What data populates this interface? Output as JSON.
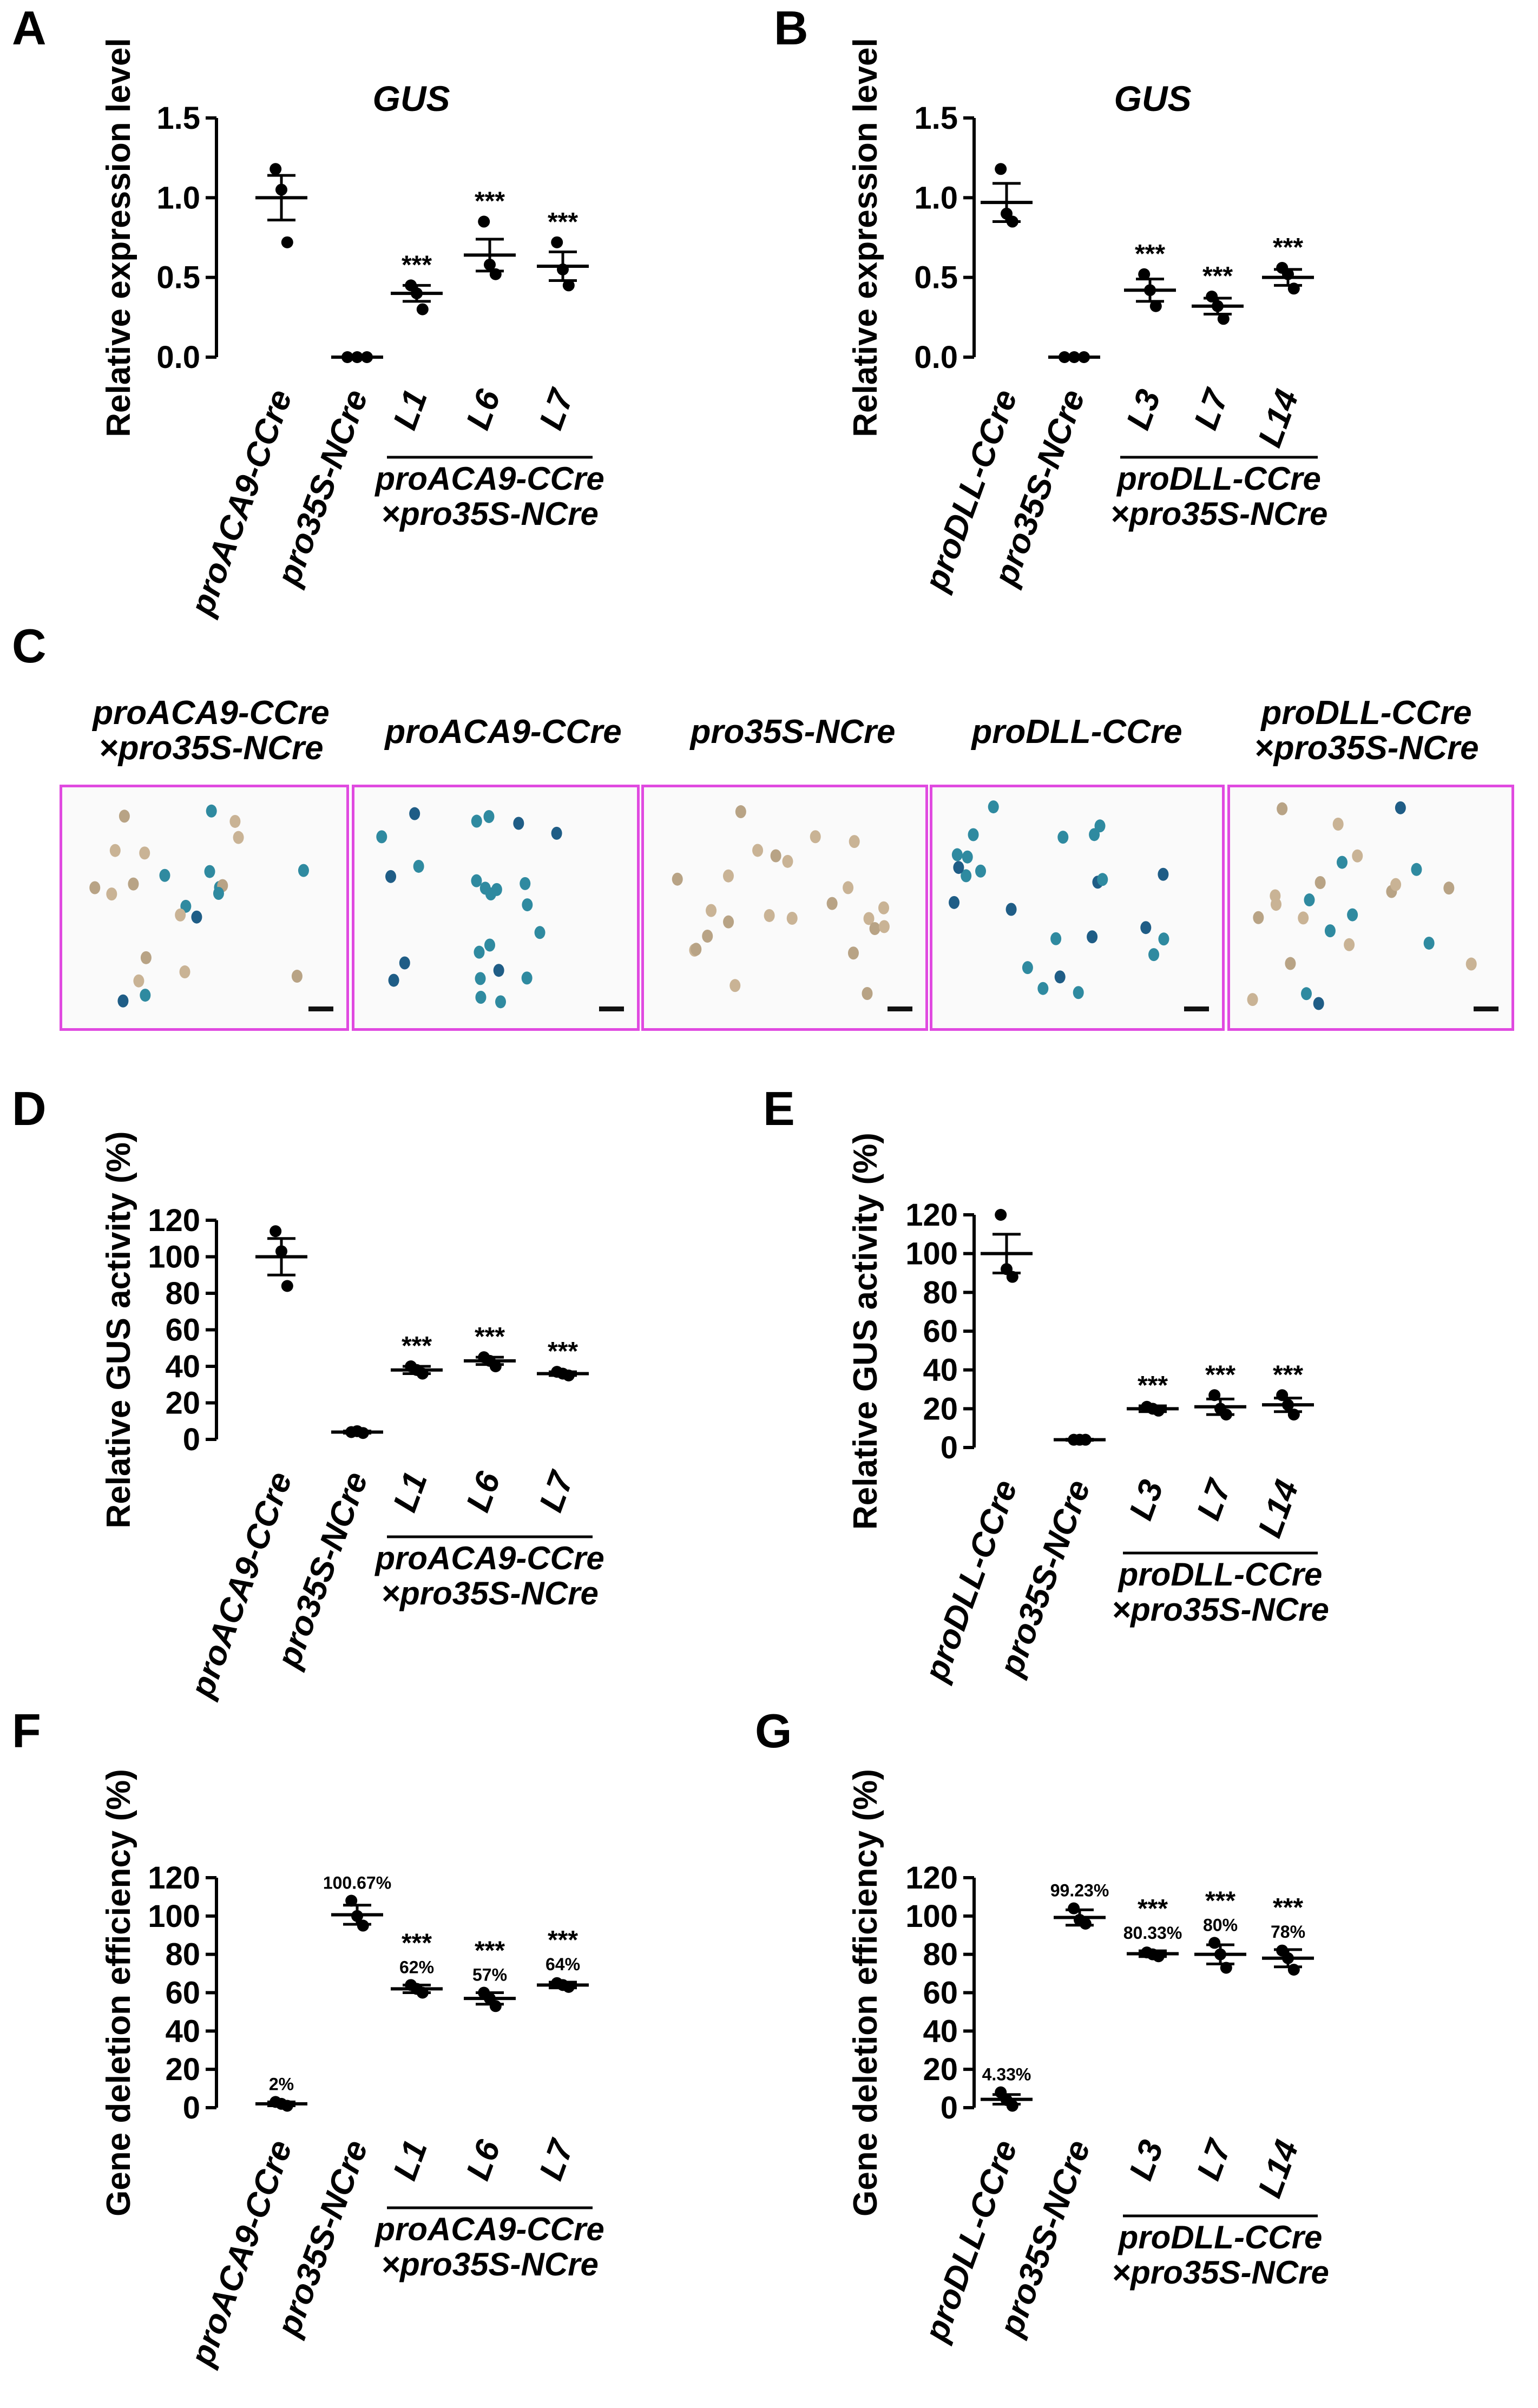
{
  "panel_letters": [
    "A",
    "B",
    "C",
    "D",
    "E",
    "F",
    "G"
  ],
  "panel_c": {
    "titles": [
      [
        "proACA9-CCre",
        "×pro35S-NCre"
      ],
      [
        "proACA9-CCre"
      ],
      [
        "pro35S-NCre"
      ],
      [
        "proDLL-CCre"
      ],
      [
        "proDLL-CCre",
        "×pro35S-NCre"
      ]
    ]
  },
  "chart_data": [
    {
      "id": "A",
      "type": "scatter",
      "title": "GUS",
      "ylabel": "Relative expression level",
      "ylim": [
        0,
        1.5
      ],
      "yticks": [
        "0.0",
        "0.5",
        "1.0",
        "1.5"
      ],
      "categories": [
        "proACA9-CCre",
        "pro35S-NCre",
        "L1",
        "L6",
        "L7"
      ],
      "group_label": [
        "proACA9-CCre",
        "×pro35S-NCre"
      ],
      "group_span": [
        2,
        4
      ],
      "series": [
        {
          "mean": 1.0,
          "err": 0.14,
          "points": [
            1.18,
            1.05,
            0.72
          ]
        },
        {
          "mean": 0.0,
          "err": 0.0,
          "points": [
            0.0,
            0.0,
            0.0
          ]
        },
        {
          "mean": 0.4,
          "err": 0.05,
          "points": [
            0.45,
            0.4,
            0.3
          ]
        },
        {
          "mean": 0.64,
          "err": 0.1,
          "points": [
            0.85,
            0.58,
            0.52
          ]
        },
        {
          "mean": 0.57,
          "err": 0.09,
          "points": [
            0.72,
            0.55,
            0.45
          ]
        }
      ],
      "significance": [
        "",
        "",
        "***",
        "***",
        "***"
      ],
      "data_labels": [
        "",
        "",
        "",
        "",
        ""
      ]
    },
    {
      "id": "B",
      "type": "scatter",
      "title": "GUS",
      "ylabel": "Relative expression level",
      "ylim": [
        0,
        1.5
      ],
      "yticks": [
        "0.0",
        "0.5",
        "1.0",
        "1.5"
      ],
      "categories": [
        "proDLL-CCre",
        "pro35S-NCre",
        "L3",
        "L7",
        "L14"
      ],
      "group_label": [
        "proDLL-CCre",
        "×pro35S-NCre"
      ],
      "group_span": [
        2,
        4
      ],
      "series": [
        {
          "mean": 0.97,
          "err": 0.12,
          "points": [
            1.18,
            0.9,
            0.85
          ]
        },
        {
          "mean": 0.0,
          "err": 0.0,
          "points": [
            0.0,
            0.0,
            0.0
          ]
        },
        {
          "mean": 0.42,
          "err": 0.07,
          "points": [
            0.52,
            0.42,
            0.32
          ]
        },
        {
          "mean": 0.32,
          "err": 0.05,
          "points": [
            0.38,
            0.32,
            0.24
          ]
        },
        {
          "mean": 0.5,
          "err": 0.05,
          "points": [
            0.56,
            0.52,
            0.43
          ]
        }
      ],
      "significance": [
        "",
        "",
        "***",
        "***",
        "***"
      ],
      "data_labels": [
        "",
        "",
        "",
        "",
        ""
      ]
    },
    {
      "id": "D",
      "type": "scatter",
      "title": "",
      "ylabel": "Relative GUS activity (%)",
      "ylim": [
        0,
        120
      ],
      "yticks": [
        "0",
        "20",
        "40",
        "60",
        "80",
        "100",
        "120"
      ],
      "categories": [
        "proACA9-CCre",
        "pro35S-NCre",
        "L1",
        "L6",
        "L7"
      ],
      "group_label": [
        "proACA9-CCre",
        "×pro35S-NCre"
      ],
      "group_span": [
        2,
        4
      ],
      "series": [
        {
          "mean": 100,
          "err": 10,
          "points": [
            114,
            103,
            84
          ]
        },
        {
          "mean": 4,
          "err": 0.6,
          "points": [
            4,
            4.5,
            3.5
          ]
        },
        {
          "mean": 38,
          "err": 2,
          "points": [
            40,
            38,
            36
          ]
        },
        {
          "mean": 43,
          "err": 2,
          "points": [
            45,
            43,
            40
          ]
        },
        {
          "mean": 36,
          "err": 1,
          "points": [
            37,
            36,
            35
          ]
        }
      ],
      "significance": [
        "",
        "",
        "***",
        "***",
        "***"
      ],
      "data_labels": [
        "",
        "",
        "",
        "",
        ""
      ]
    },
    {
      "id": "E",
      "type": "scatter",
      "title": "",
      "ylabel": "Relative GUS activity (%)",
      "ylim": [
        0,
        120
      ],
      "yticks": [
        "0",
        "20",
        "40",
        "60",
        "80",
        "100",
        "120"
      ],
      "categories": [
        "proDLL-CCre",
        "pro35S-NCre",
        "L3",
        "L7",
        "L14"
      ],
      "group_label": [
        "proDLL-CCre",
        "×pro35S-NCre"
      ],
      "group_span": [
        2,
        4
      ],
      "series": [
        {
          "mean": 100,
          "err": 10,
          "points": [
            120,
            92,
            88
          ]
        },
        {
          "mean": 4,
          "err": 0.3,
          "points": [
            4,
            4,
            4
          ]
        },
        {
          "mean": 20,
          "err": 1.5,
          "points": [
            21,
            20,
            19
          ]
        },
        {
          "mean": 21,
          "err": 4,
          "points": [
            27,
            20,
            17
          ]
        },
        {
          "mean": 22,
          "err": 3.5,
          "points": [
            27,
            22,
            17
          ]
        }
      ],
      "significance": [
        "",
        "",
        "***",
        "***",
        "***"
      ],
      "data_labels": [
        "",
        "",
        "",
        "",
        ""
      ]
    },
    {
      "id": "F",
      "type": "scatter",
      "title": "",
      "ylabel": "Gene deletion efficiency (%)",
      "ylim": [
        0,
        120
      ],
      "yticks": [
        "0",
        "20",
        "40",
        "60",
        "80",
        "100",
        "120"
      ],
      "categories": [
        "proACA9-CCre",
        "pro35S-NCre",
        "L1",
        "L6",
        "L7"
      ],
      "group_label": [
        "proACA9-CCre",
        "×pro35S-NCre"
      ],
      "group_span": [
        2,
        4
      ],
      "series": [
        {
          "mean": 2,
          "err": 1,
          "points": [
            3,
            2,
            1
          ]
        },
        {
          "mean": 100.67,
          "err": 5,
          "points": [
            108,
            100,
            95
          ]
        },
        {
          "mean": 62,
          "err": 2,
          "points": [
            64,
            62,
            60
          ]
        },
        {
          "mean": 57,
          "err": 3,
          "points": [
            60,
            57,
            53
          ]
        },
        {
          "mean": 64,
          "err": 1.5,
          "points": [
            65,
            64,
            63
          ]
        }
      ],
      "significance": [
        "",
        "",
        "***",
        "***",
        "***"
      ],
      "data_labels": [
        "2%",
        "100.67%",
        "62%",
        "57%",
        "64%"
      ]
    },
    {
      "id": "G",
      "type": "scatter",
      "title": "",
      "ylabel": "Gene deletion efficiency (%)",
      "ylim": [
        0,
        120
      ],
      "yticks": [
        "0",
        "20",
        "40",
        "60",
        "80",
        "100",
        "120"
      ],
      "categories": [
        "proDLL-CCre",
        "pro35S-NCre",
        "L3",
        "L7",
        "L14"
      ],
      "group_label": [
        "proDLL-CCre",
        "×pro35S-NCre"
      ],
      "group_span": [
        2,
        4
      ],
      "series": [
        {
          "mean": 4.33,
          "err": 2.5,
          "points": [
            8,
            4,
            1
          ]
        },
        {
          "mean": 99.23,
          "err": 4,
          "points": [
            104,
            98,
            96
          ]
        },
        {
          "mean": 80.33,
          "err": 1.5,
          "points": [
            81,
            80,
            79
          ]
        },
        {
          "mean": 80,
          "err": 5,
          "points": [
            86,
            80,
            73
          ]
        },
        {
          "mean": 78,
          "err": 4.5,
          "points": [
            82,
            78,
            72
          ]
        }
      ],
      "significance": [
        "",
        "",
        "***",
        "***",
        "***"
      ],
      "data_labels": [
        "4.33%",
        "99.23%",
        "80.33%",
        "80%",
        "78%"
      ]
    }
  ]
}
